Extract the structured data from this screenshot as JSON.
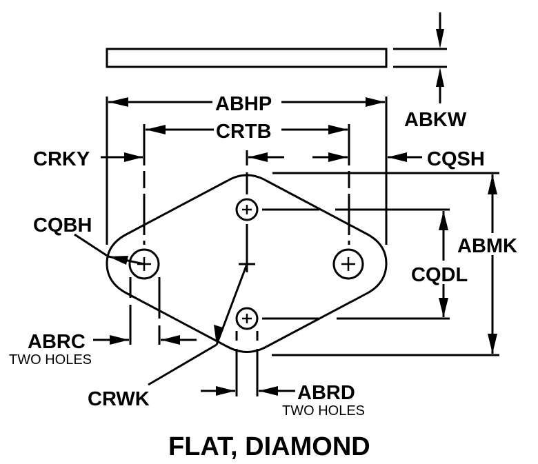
{
  "diagram": {
    "title": "FLAT, DIAMOND",
    "colors": {
      "line": "#000000",
      "background": "#ffffff"
    },
    "dimensions": {
      "thickness": "ABKW",
      "overall_length": "ABHP",
      "mounting_hole_spacing": "CRTB",
      "left_offset": "CRKY",
      "right_offset": "CQSH",
      "overall_width": "ABMK",
      "small_hole_spacing": "CQDL",
      "corner_radius": "CQBH",
      "center_radius": "CRWK",
      "large_hole_diameter": "ABRC",
      "large_hole_note": "TWO HOLES",
      "small_hole_diameter": "ABRD",
      "small_hole_note": "TWO HOLES"
    }
  }
}
